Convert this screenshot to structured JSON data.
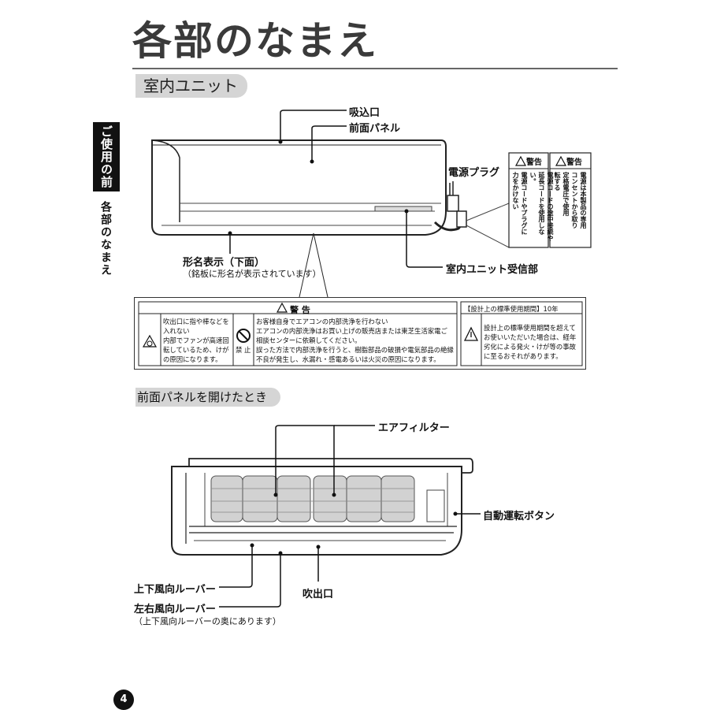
{
  "page": {
    "title": "各部のなまえ",
    "section": "室内ユニット",
    "side_tab": "ご使用の前に",
    "side_text": "各部のなまえ",
    "page_number": "4"
  },
  "indoor_labels": {
    "intake": "吸込口",
    "front_panel": "前面パネル",
    "power_plug": "電源プラグ",
    "model_display": "形名表示（下面）",
    "model_display_note": "（銘板に形名が表示されています）",
    "receiver": "室内ユニット受信部"
  },
  "plug_tag": {
    "left_title": "警告",
    "left_text": [
      "電源コードの途中接続や",
      "延長コードを使用しない。",
      "電源コードやプラグに",
      "力をかけない"
    ],
    "right_title": "警告",
    "right_text": [
      "電源は本製品の専用",
      "コンセントから取り",
      "定格電圧で使用",
      "転する"
    ]
  },
  "warning": {
    "title": "警 告",
    "col1": [
      "吹出口に指や棒などを",
      "入れない",
      "内部でファンが高速回",
      "転しているため、けが",
      "の原因になります。"
    ],
    "prohibit_label": "禁 止",
    "col2": [
      "お客様自身でエアコンの内部洗浄を行わない",
      "エアコンの内部洗浄はお買い上げの販売店または東芝生活家電ご",
      "相談センターに依頼してください。",
      "誤った方法で内部洗浄を行うと、樹脂部品の破損や電気部品の絶縁",
      "不良が発生し、水漏れ・感電あるいは火災の原因になります。"
    ],
    "period_title": "【設計上の標準使用期間】10年",
    "period_text": [
      "設計上の標準使用期間を超えて",
      "お使いいただいた場合は、経年",
      "劣化による発火・けが等の事故",
      "に至るおそれがあります。"
    ]
  },
  "open_panel": {
    "heading": "前面パネルを開けたとき",
    "air_filter": "エアフィルター",
    "auto_button": "自動運転ボタン",
    "vertical_louver": "上下風向ルーバー",
    "outlet": "吹出口",
    "horizontal_louver": "左右風向ルーバー",
    "horizontal_louver_note": "（上下風向ルーバーの奥にあります）"
  }
}
